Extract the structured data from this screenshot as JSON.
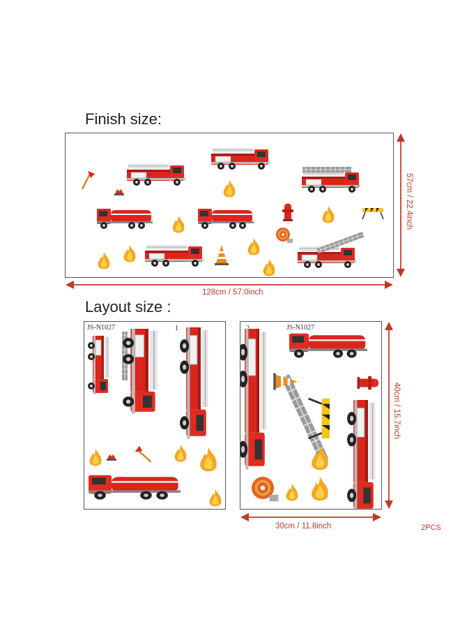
{
  "headings": {
    "finish": "Finish size:",
    "layout": "Layout size :"
  },
  "dimensions": {
    "finish_width": "128cm / 57.0inch",
    "finish_height": "57cm / 22.4inch",
    "layout_width": "30cm / 11.8inch",
    "layout_height": "40cm / 15.7inch"
  },
  "sheets": [
    {
      "code": "JS-N1027",
      "number": "1"
    },
    {
      "code": "JS-N1027",
      "number": "2"
    }
  ],
  "quantity": "2PCS",
  "colors": {
    "accent": "#c0392b",
    "truck_red": "#d9261c",
    "flame": "#f5a623",
    "border": "#555555"
  },
  "icons": [
    "fire-truck-icon",
    "ladder-truck-icon",
    "tanker-truck-icon",
    "flame-icon",
    "axe-icon",
    "siren-light-icon",
    "fire-hydrant-icon",
    "hose-reel-icon",
    "traffic-cone-icon",
    "road-barrier-icon"
  ]
}
